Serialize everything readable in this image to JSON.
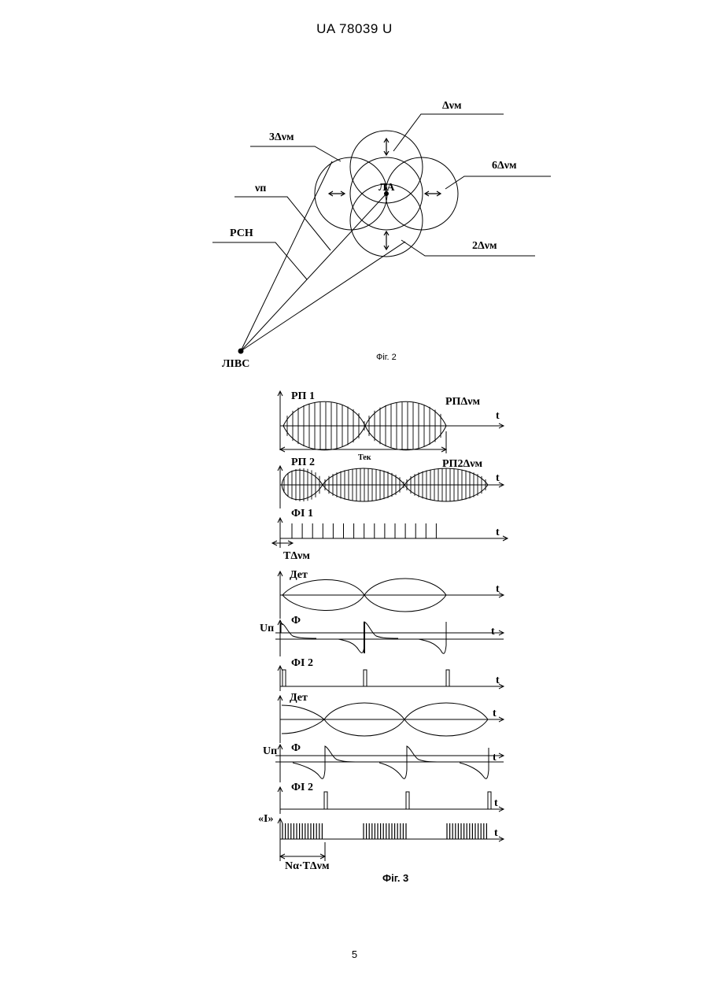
{
  "header": {
    "doc_number": "UA  78039  U"
  },
  "fig2": {
    "caption": "Фіг. 2",
    "labels": {
      "dv_m": "Δνм",
      "three_dv_m": "3Δνм",
      "six_dv_m": "6Δνм",
      "two_dv_m": "2Δνм",
      "nu_p": "νп",
      "rsn": "РСН",
      "la": "ЛА",
      "livs": "ЛІВС"
    }
  },
  "fig3": {
    "caption": "Фіг. 3",
    "axis_t": "t",
    "rp1": "РП 1",
    "rp_dv": "РПΔνм",
    "t_ek": "Тек",
    "rp2": "РП 2",
    "rp_2dv": "РП2Δνм",
    "fi1": "ФІ 1",
    "t_dv": "ТΔνм",
    "det": "Дет",
    "un": "Uп",
    "phi": "Ф",
    "fi2": "ФІ 2",
    "i_label": "«І»",
    "n_t": "Nα·ТΔνм"
  },
  "footer": {
    "page_number": "5"
  }
}
